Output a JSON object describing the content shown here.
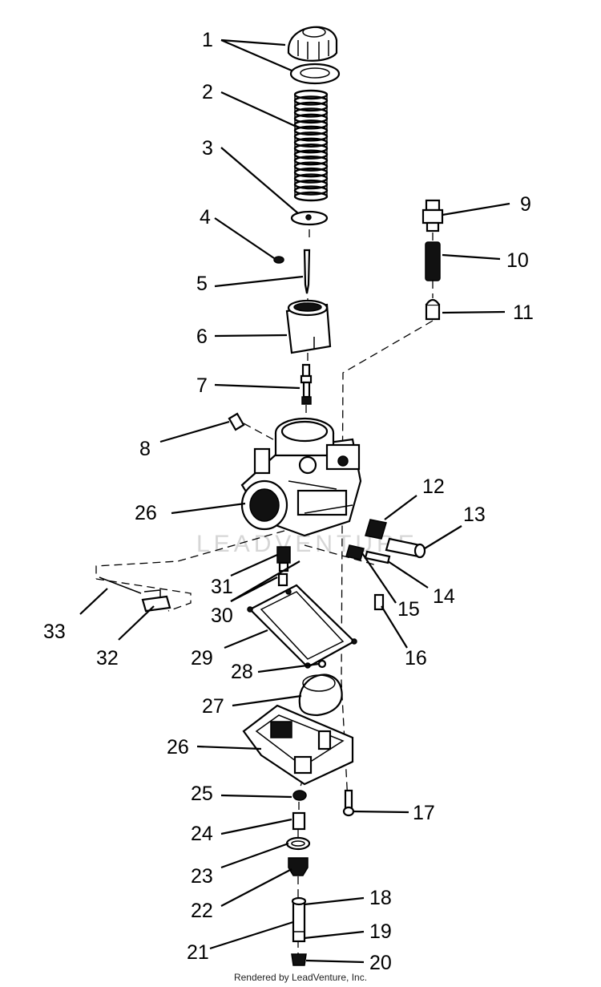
{
  "callouts": [
    {
      "id": "1",
      "text": "1"
    },
    {
      "id": "2",
      "text": "2"
    },
    {
      "id": "3",
      "text": "3"
    },
    {
      "id": "4",
      "text": "4"
    },
    {
      "id": "5",
      "text": "5"
    },
    {
      "id": "6",
      "text": "6"
    },
    {
      "id": "7",
      "text": "7"
    },
    {
      "id": "8",
      "text": "8"
    },
    {
      "id": "9",
      "text": "9"
    },
    {
      "id": "10",
      "text": "10"
    },
    {
      "id": "11",
      "text": "11"
    },
    {
      "id": "12",
      "text": "12"
    },
    {
      "id": "13",
      "text": "13"
    },
    {
      "id": "14",
      "text": "14"
    },
    {
      "id": "15",
      "text": "15"
    },
    {
      "id": "16",
      "text": "16"
    },
    {
      "id": "17",
      "text": "17"
    },
    {
      "id": "18",
      "text": "18"
    },
    {
      "id": "19",
      "text": "19"
    },
    {
      "id": "20",
      "text": "20"
    },
    {
      "id": "21",
      "text": "21"
    },
    {
      "id": "22",
      "text": "22"
    },
    {
      "id": "23",
      "text": "23"
    },
    {
      "id": "24",
      "text": "24"
    },
    {
      "id": "25",
      "text": "25"
    },
    {
      "id": "26a",
      "text": "26"
    },
    {
      "id": "26b",
      "text": "26"
    },
    {
      "id": "27",
      "text": "27"
    },
    {
      "id": "28",
      "text": "28"
    },
    {
      "id": "29",
      "text": "29"
    },
    {
      "id": "30",
      "text": "30"
    },
    {
      "id": "31",
      "text": "31"
    },
    {
      "id": "32",
      "text": "32"
    },
    {
      "id": "33",
      "text": "33"
    }
  ],
  "watermark": "LEADVENTURE",
  "footer": "Rendered by LeadVenture, Inc."
}
